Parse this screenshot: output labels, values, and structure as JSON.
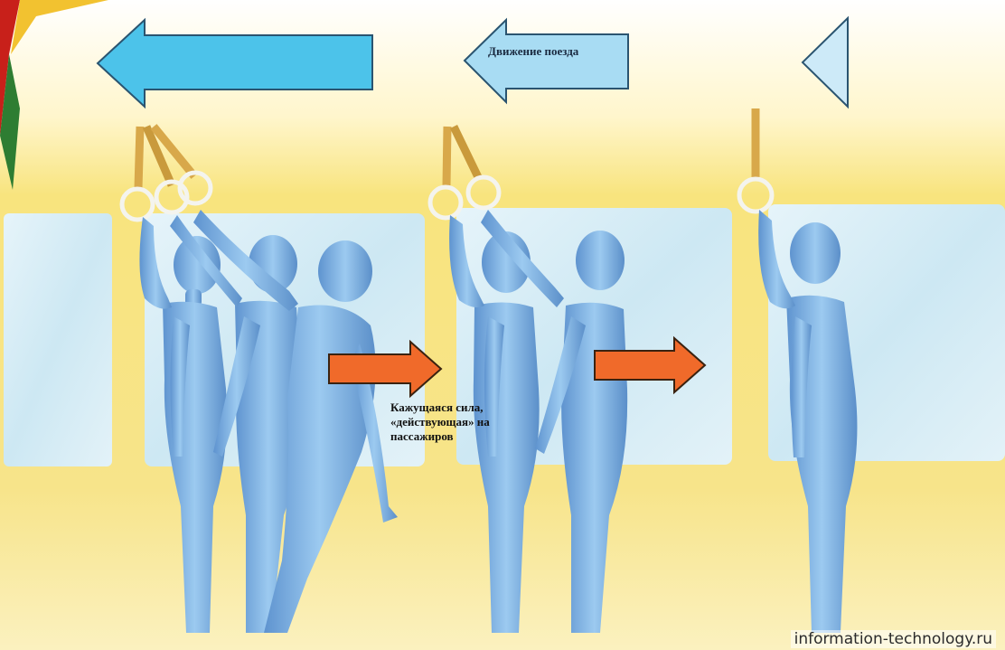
{
  "diagram": {
    "motion_label": "Движение поезда",
    "force_label_lines": [
      "Кажущаяся сила,",
      "«действующая» на",
      "пассажиров"
    ],
    "watermark": "information-technology.ru",
    "colors": {
      "background_top": "#fff8d6",
      "band_yellow": "#f7e27a",
      "window_glass": "#d8eef6",
      "motion_arrow": "#4cc3ea",
      "force_arrow": "#f06a2a",
      "figure": "#7fb3e3",
      "strap": "#d8a84a",
      "accent_red": "#c8201a",
      "accent_green": "#2e7d32"
    },
    "icons": [
      "motion-arrow-icon",
      "force-arrow-icon",
      "handle-ring-icon"
    ]
  }
}
